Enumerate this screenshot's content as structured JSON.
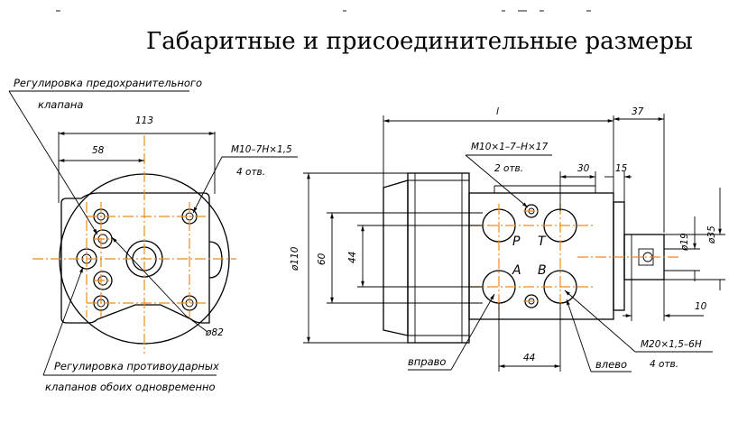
{
  "title": "Габаритные и присоединительные размеры",
  "left_view": {
    "note_relief_valve": [
      "Регулировка предохранительного",
      "клапана"
    ],
    "note_antishock_valves": [
      "Регулировка противоударных",
      "клапанов обоих одновременно"
    ],
    "thread_note": [
      "M10–7H×1,5",
      "4 отв."
    ],
    "dim_width": "113",
    "dim_offset": "58",
    "dim_diameter": "ø82"
  },
  "right_view": {
    "dim_length": "l",
    "dim_shaft": "37",
    "dim_30": "30",
    "dim_15": "15",
    "dim_height": "ø110",
    "dim_60": "60",
    "dim_44_vertical": "44",
    "dim_44_horizontal": "44",
    "dim_19": "ø19",
    "dim_35": "ø35",
    "dim_10": "10",
    "thread_note_top": [
      "M10×1–7–H×17",
      "2 отв."
    ],
    "thread_note_bottom": [
      "M20×1,5–6H",
      "4 отв."
    ],
    "port_labels": [
      "P",
      "T",
      "A",
      "B"
    ],
    "note_right_rotation": "вправо",
    "note_left_rotation": "влево"
  },
  "colors": {
    "lines": "#000000",
    "center_lines": "#f08a1c",
    "background": "#ffffff"
  }
}
